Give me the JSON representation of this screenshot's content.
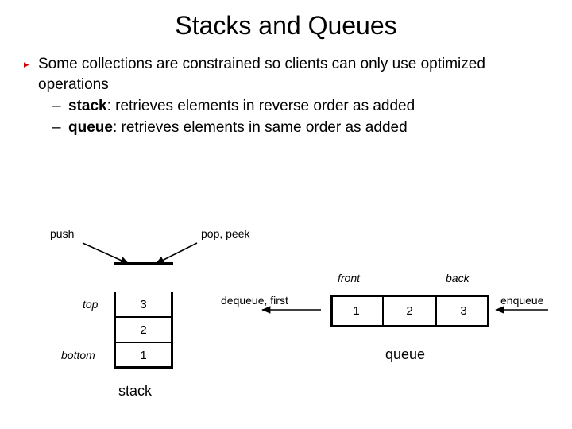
{
  "slide": {
    "title": "Stacks and Queues",
    "bullet_marker": "▸",
    "bullets": [
      "Some collections are constrained so clients can only use optimized operations"
    ],
    "sub_bullets": [
      {
        "dash": "–",
        "term": "stack",
        "rest": ": retrieves elements in reverse order as added"
      },
      {
        "dash": "–",
        "term": "queue",
        "rest": ": retrieves elements in same order as added"
      }
    ]
  },
  "diagram": {
    "stack": {
      "caption": "stack",
      "top_label": "top",
      "bottom_label": "bottom",
      "cells": [
        "3",
        "2",
        "1"
      ],
      "push_label": "push",
      "pop_label": "pop, peek"
    },
    "queue": {
      "caption": "queue",
      "front_label": "front",
      "back_label": "back",
      "cells": [
        "1",
        "2",
        "3"
      ],
      "dequeue_label": "dequeue, first",
      "enqueue_label": "enqueue"
    }
  },
  "colors": {
    "bullet_marker": "#cc0000",
    "text": "#000000",
    "background": "#ffffff"
  }
}
